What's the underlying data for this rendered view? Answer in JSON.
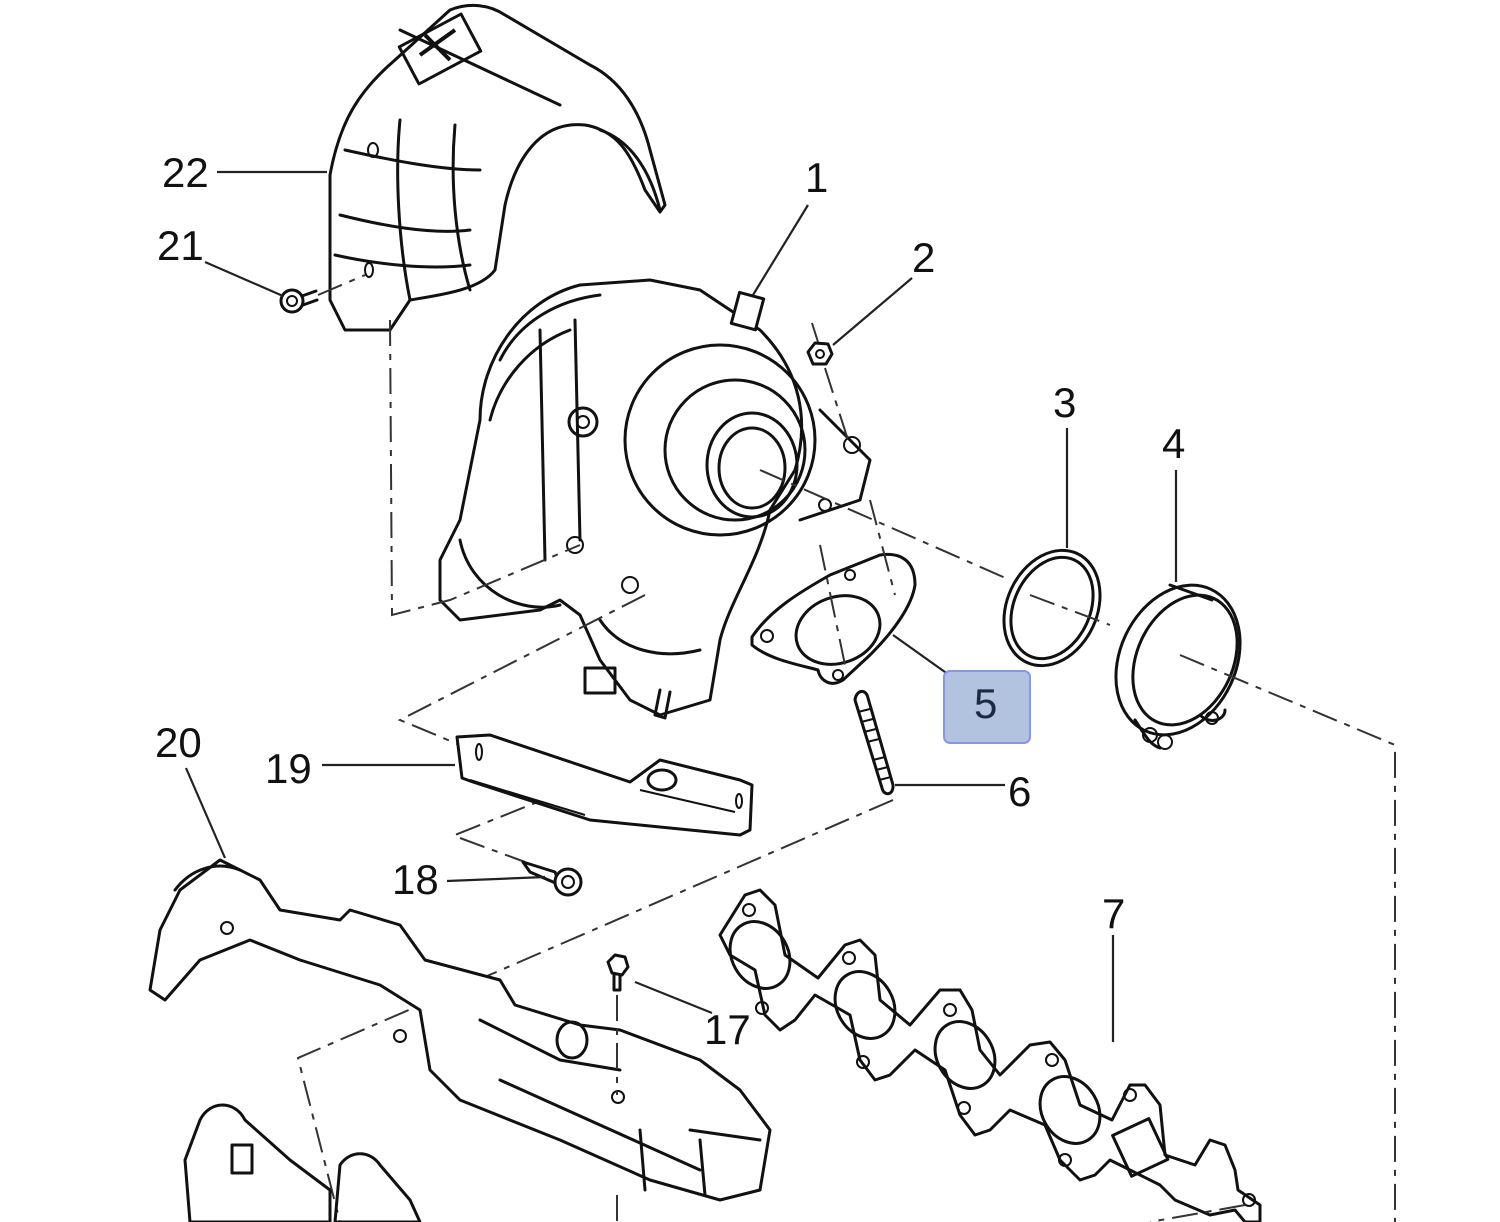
{
  "diagram": {
    "title": "Turbocharger assembly exploded view",
    "highlight": {
      "callout": "5",
      "fill": "#b2c3df",
      "border": "#8a95ea"
    },
    "callouts": [
      {
        "id": "1",
        "part": "turbocharger"
      },
      {
        "id": "2",
        "part": "nut"
      },
      {
        "id": "3",
        "part": "seal-ring"
      },
      {
        "id": "4",
        "part": "clamp"
      },
      {
        "id": "5",
        "part": "gasket"
      },
      {
        "id": "6",
        "part": "stud"
      },
      {
        "id": "7",
        "part": "exhaust-manifold-gasket"
      },
      {
        "id": "17",
        "part": "bolt"
      },
      {
        "id": "18",
        "part": "bolt"
      },
      {
        "id": "19",
        "part": "bracket"
      },
      {
        "id": "20",
        "part": "exhaust-manifold"
      },
      {
        "id": "21",
        "part": "bolt"
      },
      {
        "id": "22",
        "part": "heat-shield"
      }
    ]
  }
}
